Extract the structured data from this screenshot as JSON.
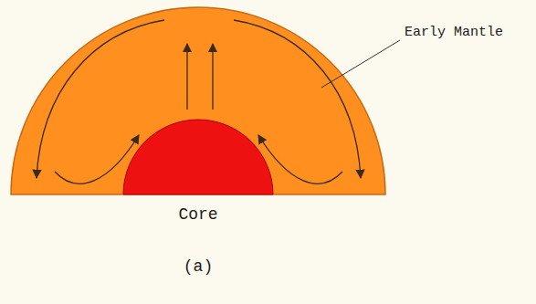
{
  "diagram": {
    "labels": [
      "Early Mantle",
      "Core",
      "(a)"
    ]
  }
}
